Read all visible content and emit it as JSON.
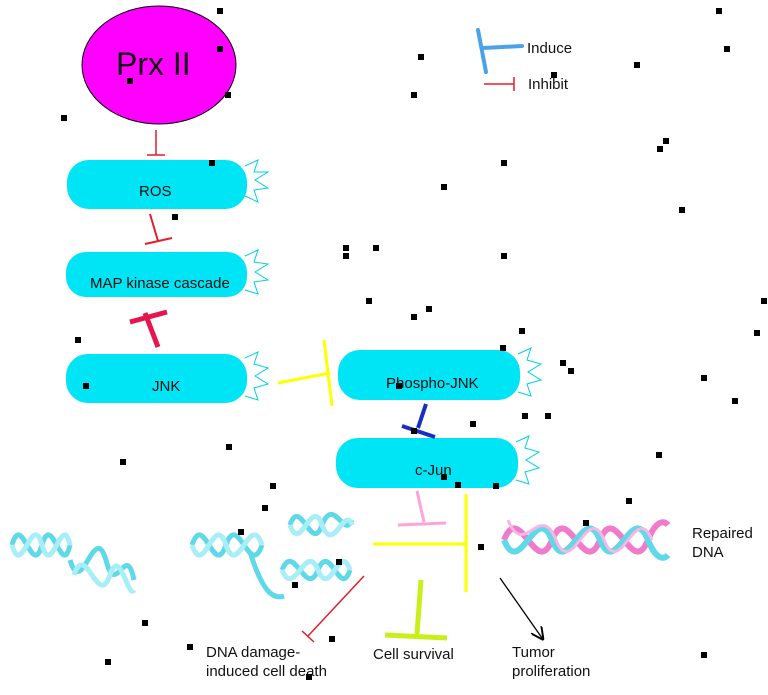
{
  "legend": {
    "induce": "Induce",
    "inhibit": "Inhibit"
  },
  "nodes": {
    "prx2": "Prx II",
    "ros": "ROS",
    "map_kinase": "MAP kinase cascade",
    "jnk": "JNK",
    "phospho_jnk": "Phospho-JNK",
    "cjun": "c-Jun"
  },
  "outcomes": {
    "repaired_dna": "Repaired\nDNA",
    "dna_damage_death": "DNA damage-\ninduced cell death",
    "cell_survival": "Cell survival",
    "tumor_proliferation": "Tumor\nproliferation"
  },
  "colors": {
    "prx": "#ff00ff",
    "pill": "#00e5f5",
    "inhibit": "#e01f2a",
    "induce": "#4aa3e8",
    "yellow": "#ffff00",
    "blue": "#1a2fc0",
    "pink": "#ffa3d8",
    "green": "#c8ef1a",
    "dna_cyan": "#5fd8e8",
    "dna_pink": "#f07acb"
  }
}
